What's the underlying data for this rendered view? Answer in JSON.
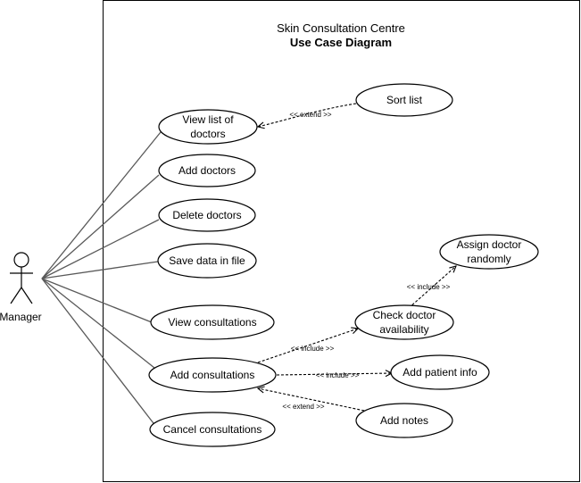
{
  "system": {
    "title": "Skin Consultation Centre",
    "subtitle": "Use Case Diagram"
  },
  "actor": {
    "name": "Manager"
  },
  "use_cases": {
    "view_list_doctors": [
      "View list of",
      "doctors"
    ],
    "sort_list": [
      "Sort list"
    ],
    "add_doctors": [
      "Add doctors"
    ],
    "delete_doctors": [
      "Delete doctors"
    ],
    "save_data": [
      "Save data in file"
    ],
    "view_consultations": [
      "View consultations"
    ],
    "add_consultations": [
      "Add consultations"
    ],
    "cancel_consultations": [
      "Cancel consultations"
    ],
    "check_availability": [
      "Check doctor",
      "availability"
    ],
    "assign_doctor": [
      "Assign doctor",
      "randomly"
    ],
    "add_patient_info": [
      "Add patient info"
    ],
    "add_notes": [
      "Add notes"
    ]
  },
  "relations": {
    "sort_extend": "<< extend >>",
    "check_include": "<< include >>",
    "assign_include": "<< include >>",
    "patient_include": "<< include >>",
    "notes_extend": "<< extend >>"
  },
  "colors": {
    "stroke": "#000000",
    "association": "#595959",
    "background": "#ffffff"
  }
}
